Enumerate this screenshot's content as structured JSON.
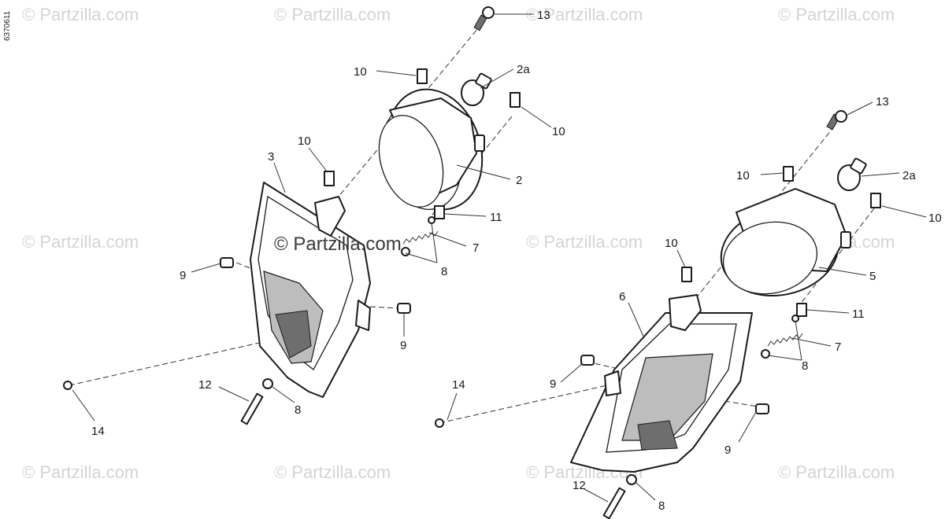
{
  "drawing_code": "6370611",
  "watermark_text": "© Partzilla.com",
  "center_watermark": "© Partzilla.com",
  "callouts": {
    "left": {
      "p13": "13",
      "p10a": "10",
      "p2a": "2a",
      "p10b": "10",
      "p10c": "10",
      "p3": "3",
      "p2": "2",
      "p11": "11",
      "p7": "7",
      "p8a": "8",
      "p9a": "9",
      "p9b": "9",
      "p12": "12",
      "p8b": "8",
      "p14": "14"
    },
    "right": {
      "p13": "13",
      "p10a": "10",
      "p2a": "2a",
      "p10b": "10",
      "p10c": "10",
      "p5": "5",
      "p11": "11",
      "p6": "6",
      "p7": "7",
      "p8a": "8",
      "p9a": "9",
      "p14": "14",
      "p9b": "9",
      "p12": "12",
      "p8b": "8"
    }
  }
}
